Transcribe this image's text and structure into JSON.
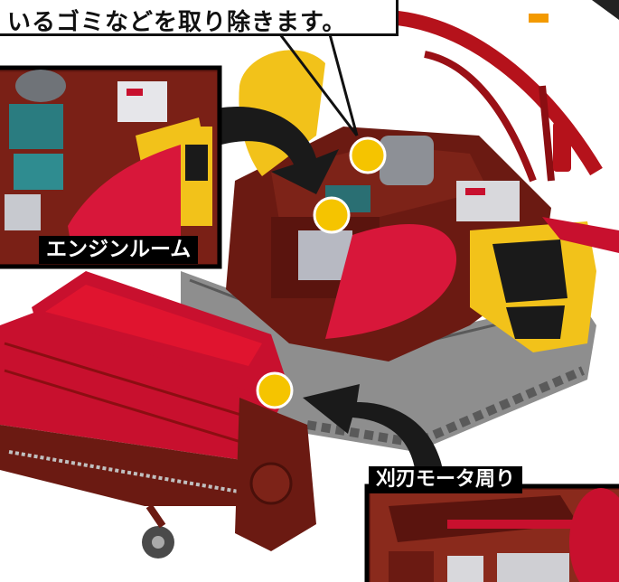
{
  "callout": {
    "text": "いるゴミなどを取り除きます。"
  },
  "labels": {
    "engine_room": "エンジンルーム",
    "cutter_motor": "刈刃モータ周り"
  },
  "colors": {
    "machine_red": "#c8102e",
    "dark_maroon": "#6b1a12",
    "frame_yellow": "#f2c21a",
    "marker_yellow": "#f5c400",
    "track_gray": "#9c9c9c",
    "arrow_black": "#1a1a1a"
  }
}
